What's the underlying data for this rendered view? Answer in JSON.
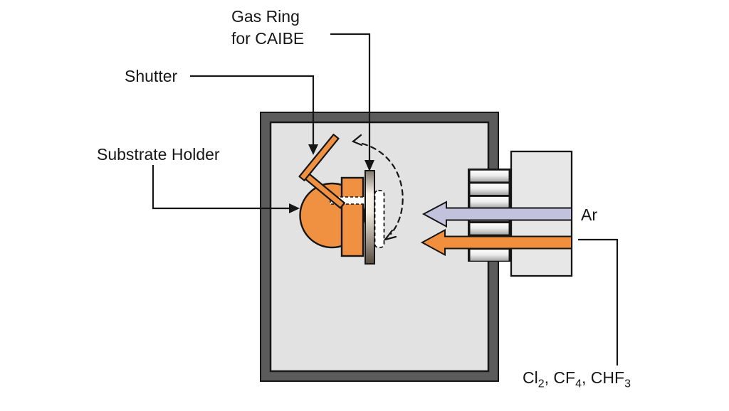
{
  "labels": {
    "gas_ring": {
      "line1": "Gas Ring",
      "line2": "for CAIBE"
    },
    "shutter": "Shutter",
    "substrate_holder": "Substrate Holder",
    "argon": "Ar",
    "etch_gases": {
      "p1": "Cl",
      "s1": "2",
      "p2": ", CF",
      "s2": "4",
      "p3": ", CHF",
      "s3": "3"
    }
  },
  "colors": {
    "chamber_wall": "#5B5B5B",
    "chamber_interior": "#E2E2E2",
    "source_body": "#E7E7E7",
    "holder_orange": "#F09142",
    "argon_arrow": "#C2C2DD",
    "gas_arrow": "#F28F3E",
    "outline": "#161616"
  }
}
